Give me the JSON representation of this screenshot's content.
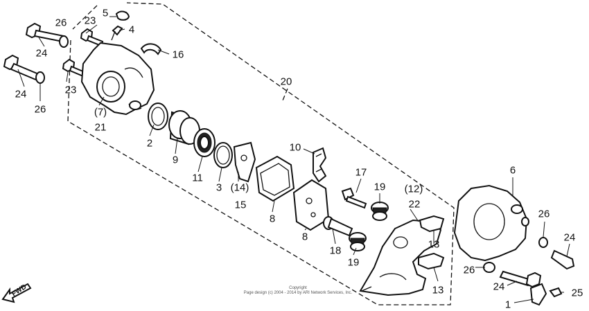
{
  "direction_label": "FWD",
  "callouts": {
    "c1": "1",
    "c2": "2",
    "c3": "3",
    "c4": "4",
    "c5": "5",
    "c6": "6",
    "c7": "(7)",
    "c8a": "8",
    "c8b": "8",
    "c9": "9",
    "c10": "10",
    "c11": "11",
    "c12": "(12)",
    "c13a": "13",
    "c13b": "13",
    "c14": "(14)",
    "c15": "15",
    "c16": "16",
    "c17": "17",
    "c18": "18",
    "c19a": "19",
    "c19b": "19",
    "c20": "20",
    "c21": "21",
    "c22": "22",
    "c23a": "23",
    "c23b": "23",
    "c24a": "24",
    "c24b": "24",
    "c24c": "24",
    "c24d": "24",
    "c25": "25",
    "c26a": "26",
    "c26b": "26",
    "c26c": "26",
    "c26d": "26"
  },
  "copyright": {
    "line1": "Copyright",
    "line2": "Page design (c) 2004 - 2014 by ARI Network Services, Inc."
  }
}
